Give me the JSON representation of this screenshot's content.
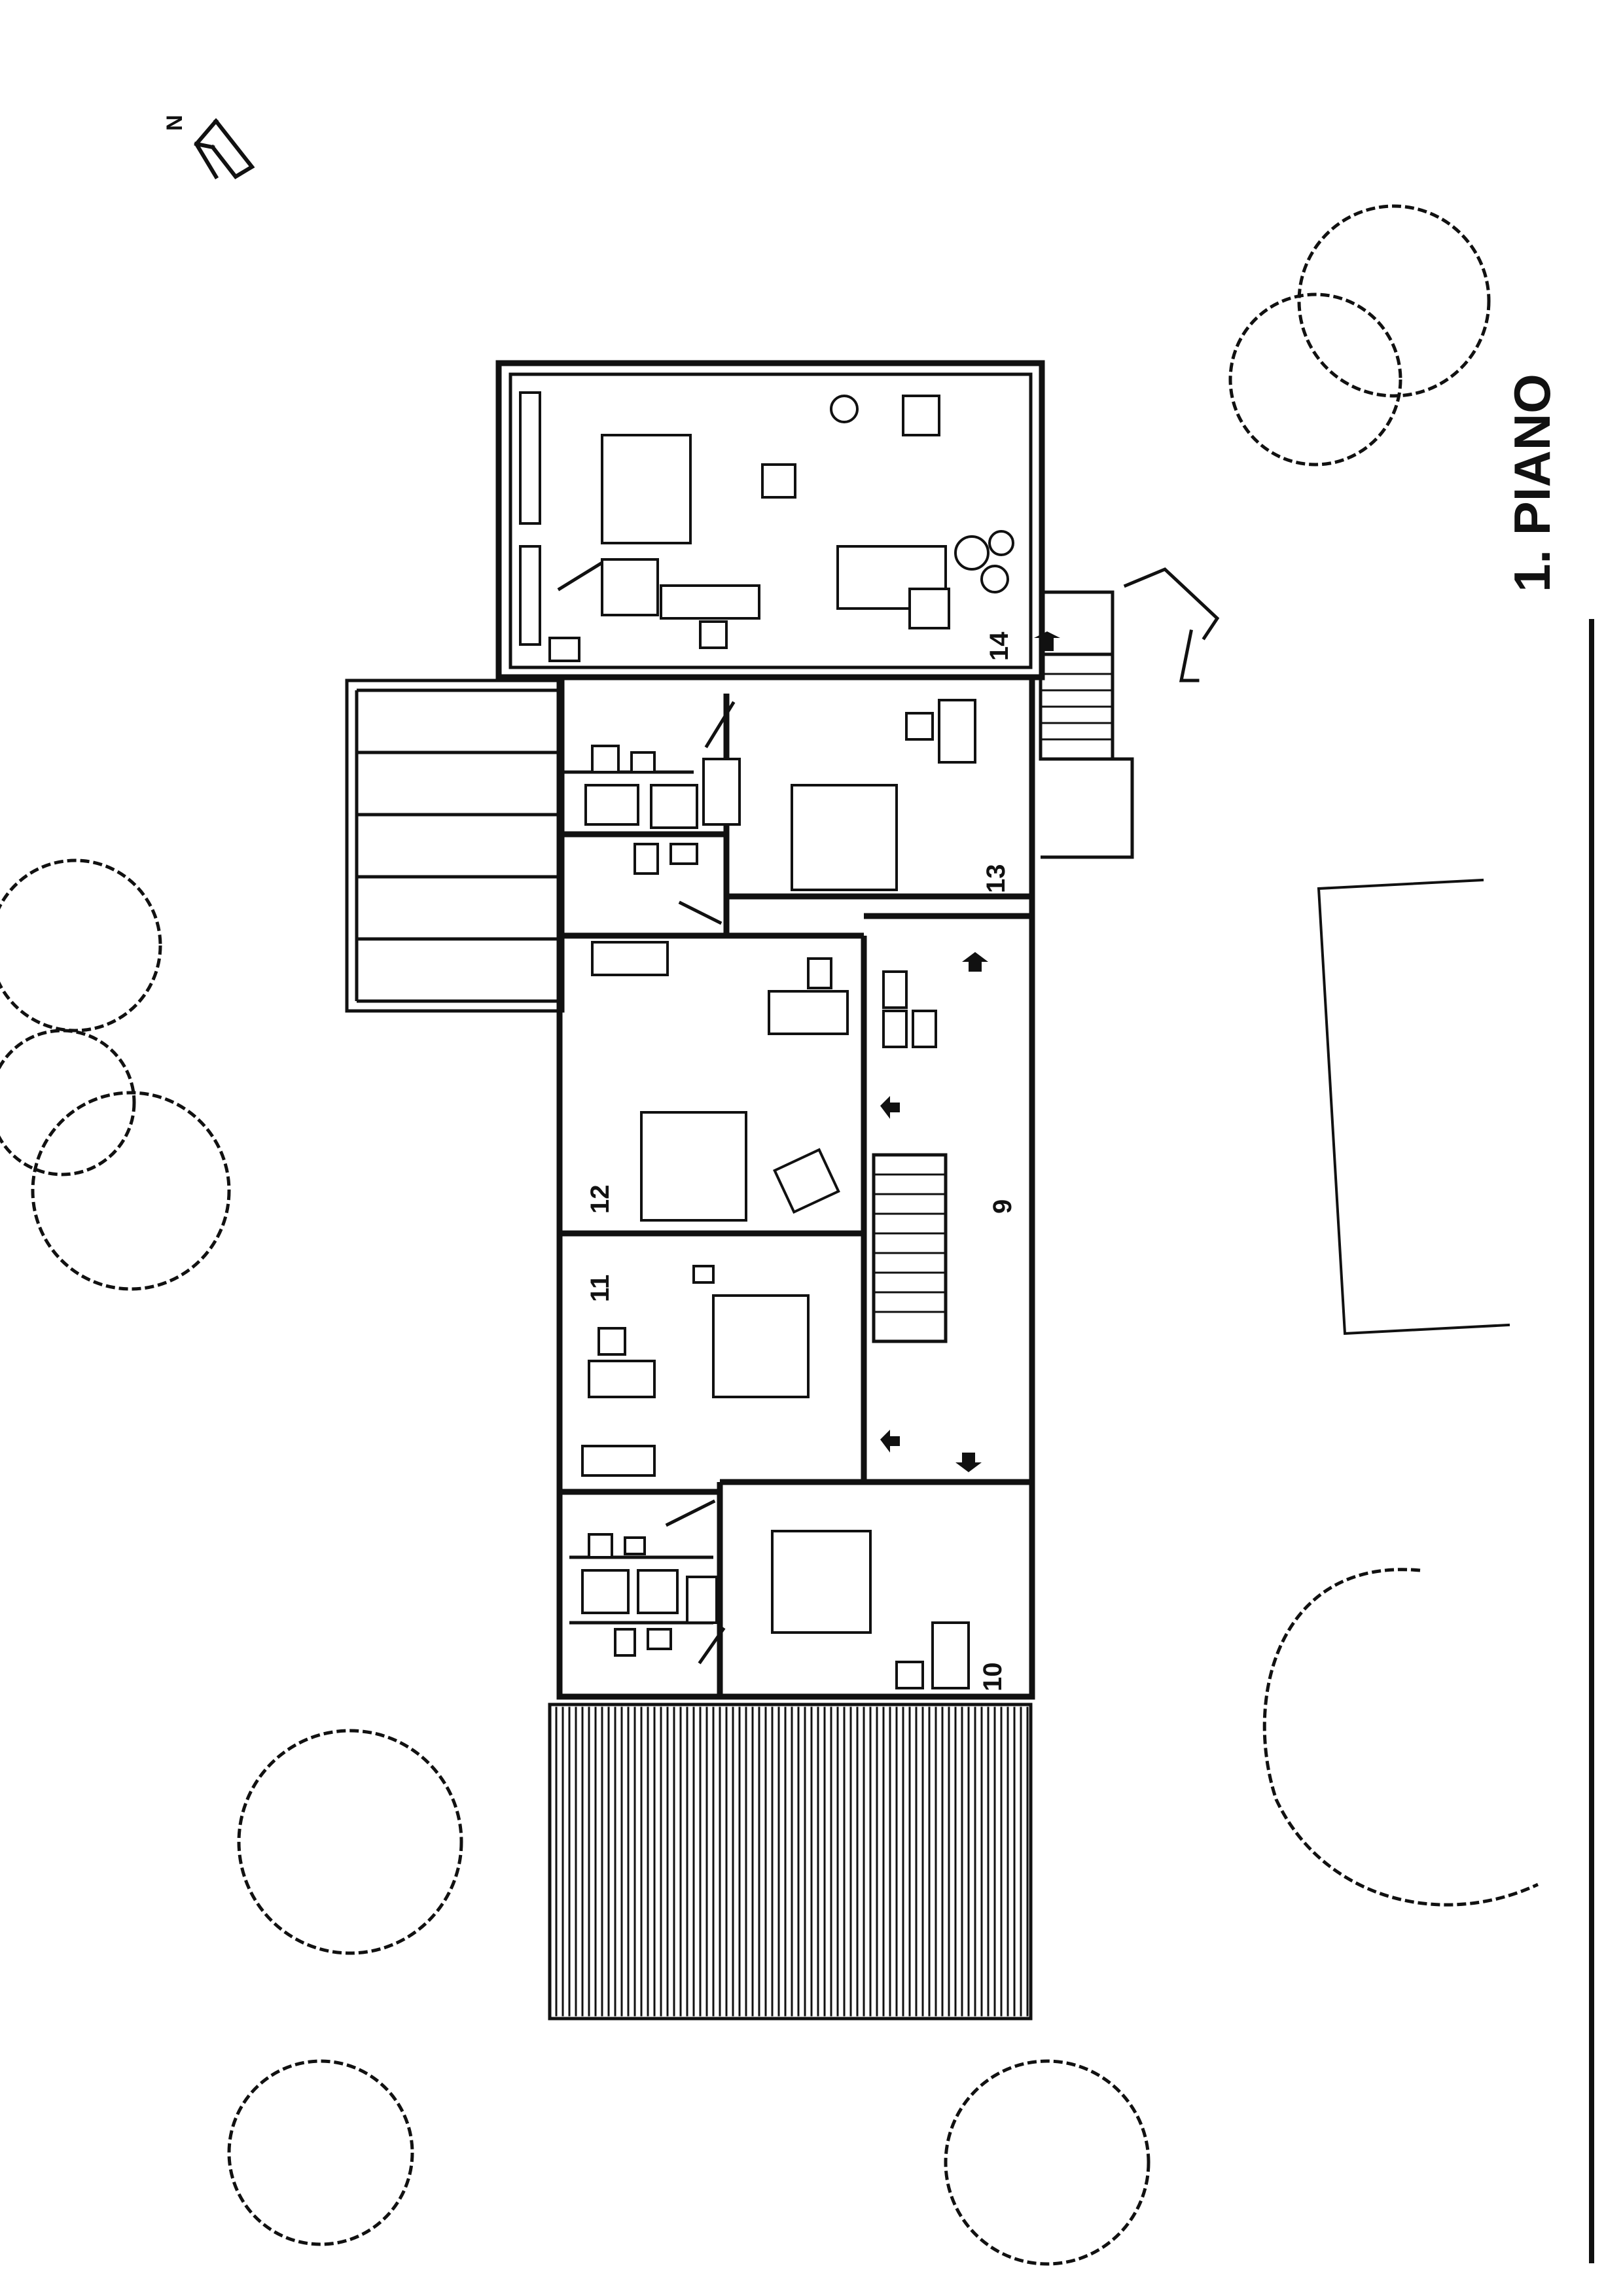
{
  "title": "1. PIANO",
  "north_label": "N",
  "rooms": [
    {
      "id": "9",
      "label": "9"
    },
    {
      "id": "10",
      "label": "10"
    },
    {
      "id": "11",
      "label": "11"
    },
    {
      "id": "12",
      "label": "12"
    },
    {
      "id": "13",
      "label": "13"
    },
    {
      "id": "14",
      "label": "14"
    }
  ],
  "colors": {
    "ink": "#111111",
    "paper": "#ffffff"
  },
  "icons": [
    "north-arrow-icon",
    "tree-icon",
    "stair-icon",
    "direction-arrow-icon"
  ]
}
